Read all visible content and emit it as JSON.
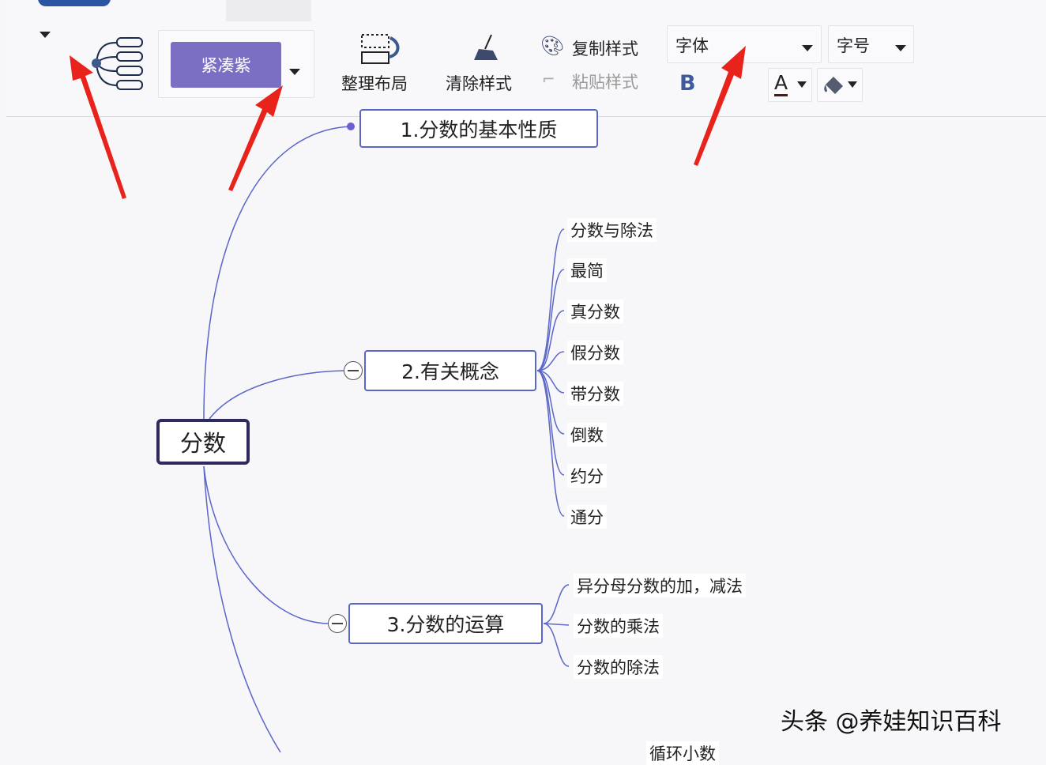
{
  "toolbar": {
    "structure_dropdown": "structure-layout",
    "theme_button": "紧凑紫",
    "arrange_layout": "整理布局",
    "clear_style": "清除样式",
    "copy_style": "复制样式",
    "paste_style": "粘贴样式",
    "font_select": "字体",
    "font_size_select": "字号",
    "bold": "B",
    "font_color": "A",
    "colors": {
      "accent": "#7b6fc4",
      "brand": "#2b55a3",
      "node_border": "#5a66c8",
      "root_border": "#2e2a5e",
      "arrow": "#e8231c"
    }
  },
  "mindmap": {
    "root": "分数",
    "branches": [
      {
        "label": "1.分数的基本性质",
        "children": []
      },
      {
        "label": "2.有关概念",
        "children": [
          "分数与除法",
          "最简",
          "真分数",
          "假分数",
          "带分数",
          "倒数",
          "约分",
          "通分"
        ]
      },
      {
        "label": "3.分数的运算",
        "children": [
          "异分母分数的加，减法",
          "分数的乘法",
          "分数的除法"
        ]
      },
      {
        "label": "",
        "children": [
          "循环小数"
        ]
      }
    ]
  },
  "watermark": "头条 @养娃知识百科"
}
